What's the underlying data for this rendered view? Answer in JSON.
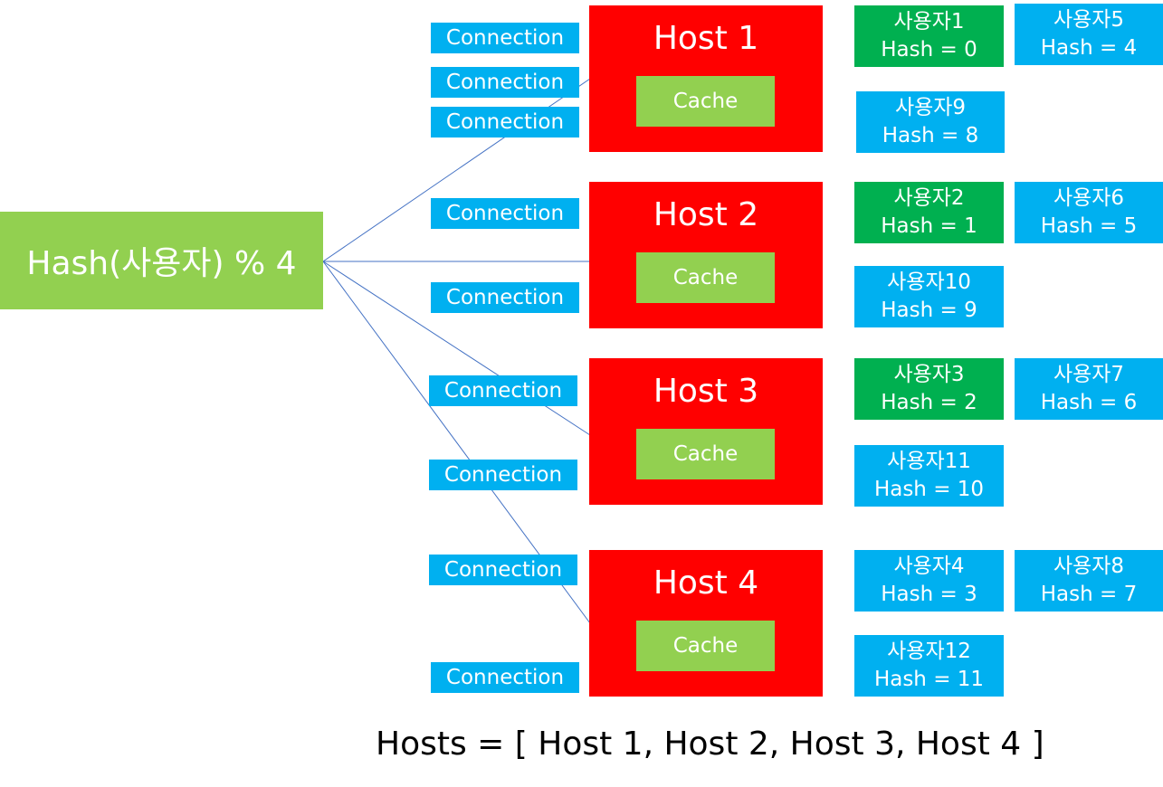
{
  "hash_function": "Hash(사용자) % 4",
  "connection_label": "Connection",
  "hosts": [
    {
      "title": "Host 1",
      "cache": "Cache",
      "connections": [
        "Connection",
        "Connection",
        "Connection"
      ],
      "users": [
        {
          "name": "사용자1",
          "hash": "Hash = 0",
          "color": "#00b050"
        },
        {
          "name": "사용자5",
          "hash": "Hash = 4",
          "color": "#00b0f0"
        },
        {
          "name": "사용자9",
          "hash": "Hash = 8",
          "color": "#00b0f0"
        }
      ]
    },
    {
      "title": "Host 2",
      "cache": "Cache",
      "connections": [
        "Connection",
        "Connection"
      ],
      "users": [
        {
          "name": "사용자2",
          "hash": "Hash = 1",
          "color": "#00b050"
        },
        {
          "name": "사용자6",
          "hash": "Hash = 5",
          "color": "#00b0f0"
        },
        {
          "name": "사용자10",
          "hash": "Hash = 9",
          "color": "#00b0f0"
        }
      ]
    },
    {
      "title": "Host 3",
      "cache": "Cache",
      "connections": [
        "Connection",
        "Connection"
      ],
      "users": [
        {
          "name": "사용자3",
          "hash": "Hash = 2",
          "color": "#00b050"
        },
        {
          "name": "사용자7",
          "hash": "Hash = 6",
          "color": "#00b0f0"
        },
        {
          "name": "사용자11",
          "hash": "Hash = 10",
          "color": "#00b0f0"
        }
      ]
    },
    {
      "title": "Host 4",
      "cache": "Cache",
      "connections": [
        "Connection",
        "Connection"
      ],
      "users": [
        {
          "name": "사용자4",
          "hash": "Hash = 3",
          "color": "#00b0f0"
        },
        {
          "name": "사용자8",
          "hash": "Hash = 7",
          "color": "#00b0f0"
        },
        {
          "name": "사용자12",
          "hash": "Hash = 11",
          "color": "#00b0f0"
        }
      ]
    }
  ],
  "hosts_list": "Hosts = [ Host 1, Host 2, Host 3, Host 4 ]",
  "colors": {
    "hash_box": "#92d050",
    "host": "#ff0000",
    "cache": "#92d050",
    "connection": "#00b0f0",
    "user_primary": "#00b050",
    "user_secondary": "#00b0f0",
    "line": "#4472c4"
  }
}
